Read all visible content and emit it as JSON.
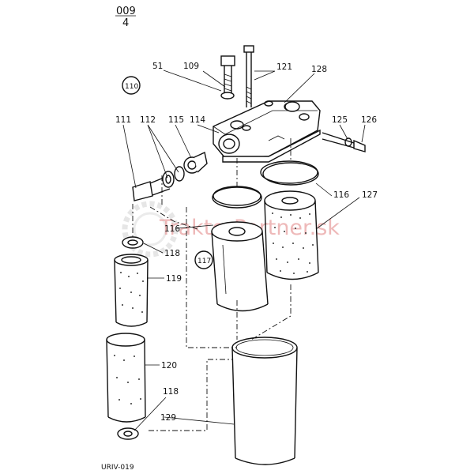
{
  "page": {
    "number_top": "009",
    "number_bottom": "4",
    "ref_code": "URIV-019"
  },
  "watermark": {
    "text": "TraktorPartner.sk",
    "color": "#e9a2a2"
  },
  "callouts": {
    "c51": "51",
    "c109": "109",
    "c121": "121",
    "c128": "128",
    "c110": "110",
    "c111": "111",
    "c112": "112",
    "c115": "115",
    "c114": "114",
    "c125": "125",
    "c126": "126",
    "c116a": "116",
    "c127": "127",
    "c116b": "116",
    "c117": "117",
    "c118a": "118",
    "c119a": "119",
    "c120": "120",
    "c118b": "118",
    "c129": "129"
  }
}
